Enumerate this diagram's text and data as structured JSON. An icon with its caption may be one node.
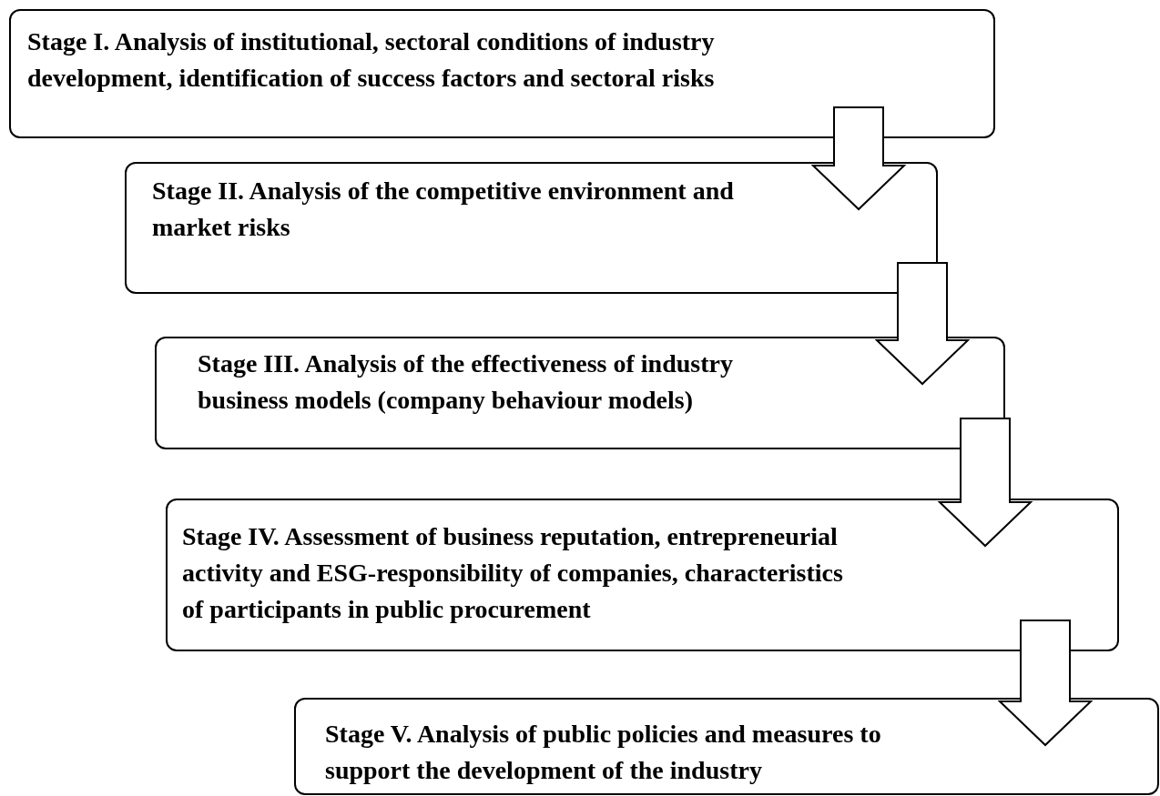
{
  "diagram": {
    "nodes": [
      {
        "text": [
          "Stage I. Analysis of institutional, sectoral conditions of industry development, identification of success factors and sectoral risks"
        ]
      },
      {
        "text": [
          "Stage II. Analysis of the competitive environment and market risks"
        ]
      },
      {
        "text": [
          "Stage III. Analysis of the effectiveness of industry business models (company behaviour models)"
        ]
      },
      {
        "text": [
          "Stage IV. Assessment of business reputation, entrepreneurial activity and ESG-responsibility of companies, characteristics of participants in public procurement"
        ]
      },
      {
        "text": [
          "Stage V. Analysis of public policies and measures to support the development of the industry"
        ]
      }
    ],
    "edges": [
      {
        "from": 0,
        "to": 1,
        "arrow": "to"
      },
      {
        "from": 1,
        "to": 2,
        "arrow": "to"
      },
      {
        "from": 2,
        "to": 3,
        "arrow": "to"
      },
      {
        "from": 3,
        "to": 4,
        "arrow": "to"
      }
    ]
  }
}
